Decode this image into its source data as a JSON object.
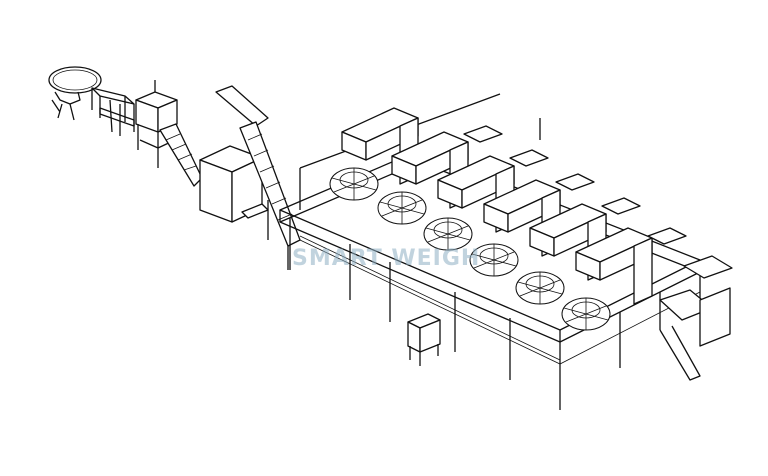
{
  "diagram": {
    "type": "isometric-line-drawing",
    "subject": "Multihead weigher production line",
    "components": [
      {
        "name": "vibratory-bowl-feeder",
        "count": 1
      },
      {
        "name": "feed-conveyor",
        "count": 1
      },
      {
        "name": "inclined-belt-conveyor",
        "count": 1
      },
      {
        "name": "storage-hopper",
        "count": 1
      },
      {
        "name": "bucket-elevator",
        "count": 1
      },
      {
        "name": "multihead-weigher",
        "count": 6
      },
      {
        "name": "overhead-feed-frame",
        "count": 6
      },
      {
        "name": "buffer-hopper",
        "count": 6
      },
      {
        "name": "support-platform",
        "count": 1
      },
      {
        "name": "control-cabinet",
        "count": 1
      },
      {
        "name": "discharge-conveyor",
        "count": 1
      }
    ],
    "colors": {
      "line": "#111111",
      "background": "#ffffff",
      "watermark": "#8fb0c4"
    }
  },
  "watermark": {
    "text": "SMART WEIGH"
  }
}
